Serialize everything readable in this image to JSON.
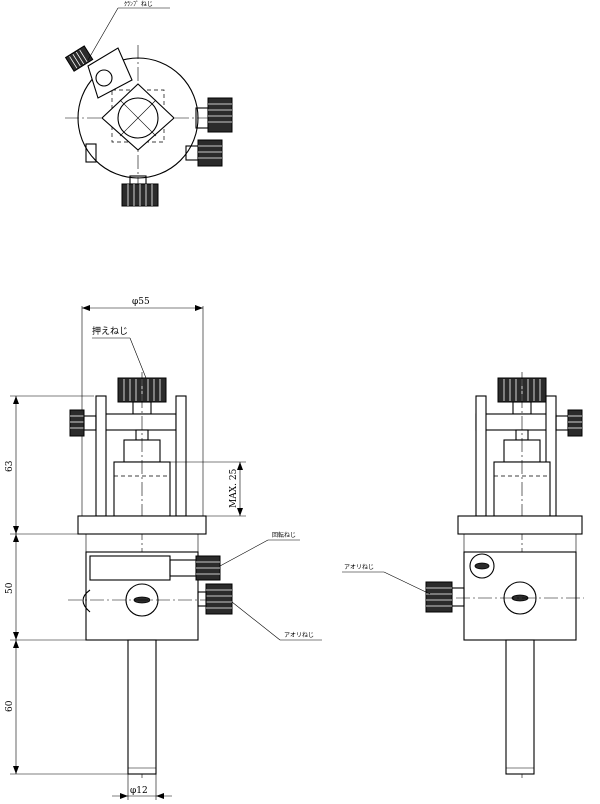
{
  "labels": {
    "clamp_screw": "ｸﾗﾝﾌﾟ ねじ",
    "press_screw": "押えねじ",
    "rotation_screw": "回転ねじ",
    "tilt_screw": "アオリねじ",
    "tilt_screw_right": "アオリねじ"
  },
  "dimensions": {
    "diameter_top": "φ55",
    "height_63": "63",
    "height_50": "50",
    "height_60": "60",
    "max_25": "MAX. 25",
    "diameter_shaft": "φ12"
  },
  "colors": {
    "line": "#000000",
    "knob_fill": "#2b2b2b",
    "background": "#ffffff"
  }
}
